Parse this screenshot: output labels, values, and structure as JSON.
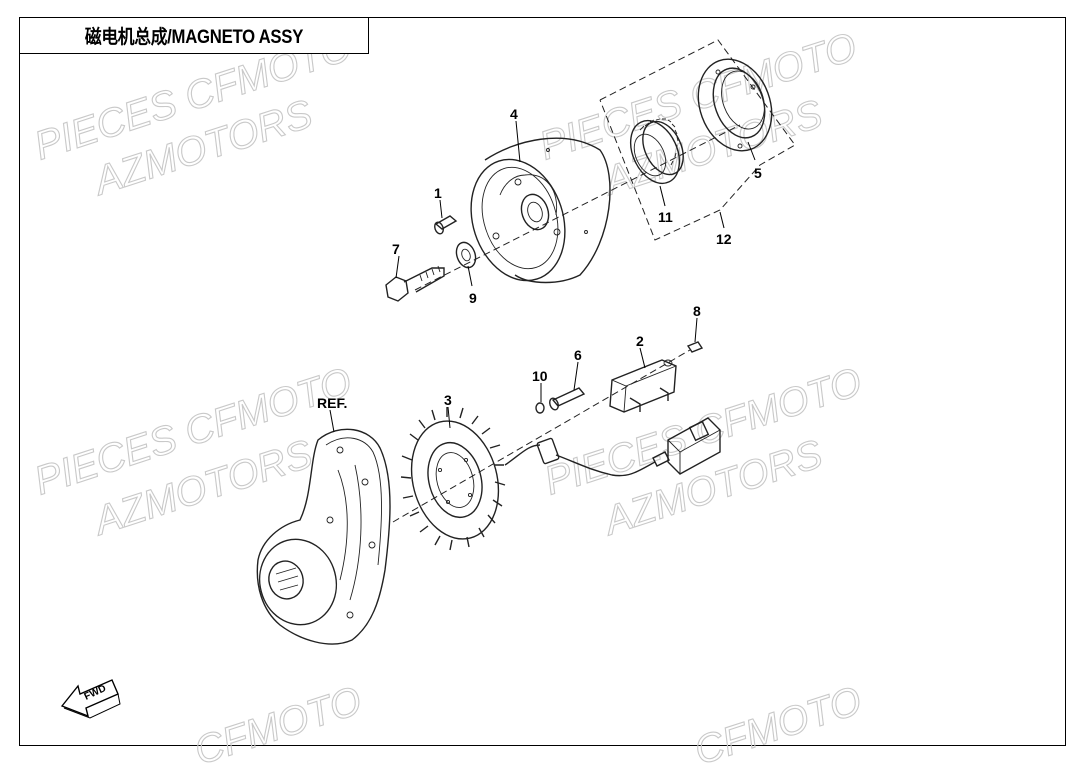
{
  "title": "磁电机总成/MAGNETO ASSY",
  "watermarks": [
    {
      "text": "PIECES CFMOTO"
    },
    {
      "text": "AZMOTORS"
    },
    {
      "text": "PIECES CFMOTO"
    },
    {
      "text": "AZMOTORS"
    },
    {
      "text": "PIECES CFMOTO"
    },
    {
      "text": "AZMOTORS"
    },
    {
      "text": "PIECES CFMOTO"
    },
    {
      "text": "AZMOTORS"
    },
    {
      "text": "CFMOTO"
    },
    {
      "text": "CFMOTO"
    }
  ],
  "callouts": {
    "c1": "1",
    "c2": "2",
    "c3": "3",
    "c4": "4",
    "c5": "5",
    "c6": "6",
    "c7": "7",
    "c8": "8",
    "c9": "9",
    "c10": "10",
    "c11": "11",
    "c12": "12",
    "ref": "REF."
  },
  "fwd_label": "FWD"
}
